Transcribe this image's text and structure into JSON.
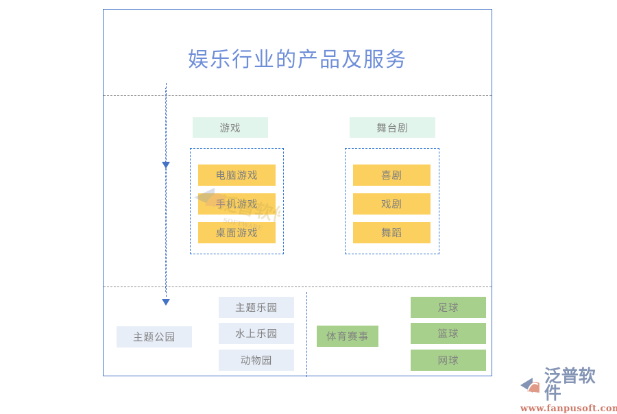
{
  "diagram": {
    "title": "娱乐行业的产品及服务",
    "title_color": "#6e8ed8",
    "frame_border_color": "#4472c4",
    "divider_color": "#8c8c8c"
  },
  "flow": {
    "spine_color": "#4472c4",
    "arrow_count": 2
  },
  "categories": [
    {
      "id": "games",
      "header": "游戏",
      "header_color": "#e2f5ec",
      "item_color": "#fbd05e",
      "items": [
        "电脑游戏",
        "手机游戏",
        "桌面游戏"
      ]
    },
    {
      "id": "stage-play",
      "header": "舞台剧",
      "header_color": "#e2f5ec",
      "item_color": "#fbd05e",
      "items": [
        "喜剧",
        "戏剧",
        "舞蹈"
      ]
    },
    {
      "id": "theme-park",
      "header": "主题公园",
      "header_color": "#e8eef8",
      "item_color": "#e8eef8",
      "items": [
        "主题乐园",
        "水上乐园",
        "动物园"
      ]
    },
    {
      "id": "sports-events",
      "header": "体育赛事",
      "header_color": "#a8d08d",
      "item_color": "#a8d08d",
      "items": [
        "足球",
        "篮球",
        "网球"
      ]
    }
  ],
  "brand": {
    "name": "泛普软件",
    "url": "www.fanpusoft.com",
    "name_color": "#8494b4",
    "url_color": "#cf7a6a"
  }
}
